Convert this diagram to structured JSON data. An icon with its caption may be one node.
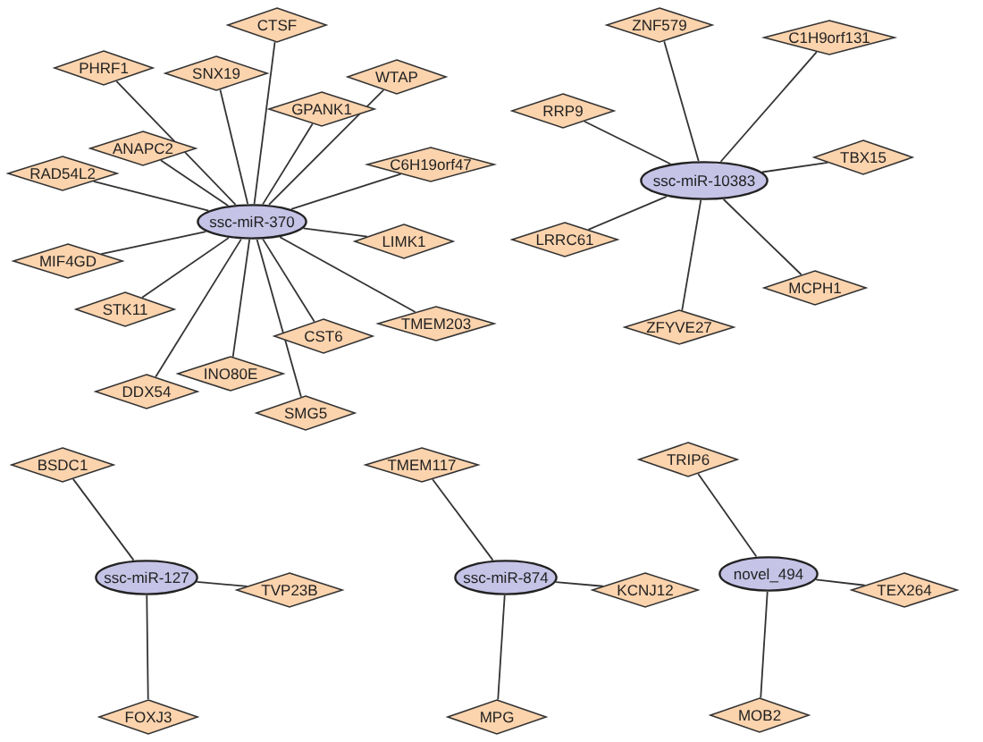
{
  "diagram": {
    "nodes": [
      {
        "text": [
          "ssc-miR-370"
        ]
      },
      {
        "text": [
          "CTSF"
        ]
      },
      {
        "text": [
          "PHRF1"
        ]
      },
      {
        "text": [
          "SNX19"
        ]
      },
      {
        "text": [
          "WTAP"
        ]
      },
      {
        "text": [
          "GPANK1"
        ]
      },
      {
        "text": [
          "ANAPC2"
        ]
      },
      {
        "text": [
          "RAD54L2"
        ]
      },
      {
        "text": [
          "C6H19orf47"
        ]
      },
      {
        "text": [
          "LIMK1"
        ]
      },
      {
        "text": [
          "MIF4GD"
        ]
      },
      {
        "text": [
          "STK11"
        ]
      },
      {
        "text": [
          "TMEM203"
        ]
      },
      {
        "text": [
          "CST6"
        ]
      },
      {
        "text": [
          "INO80E"
        ]
      },
      {
        "text": [
          "DDX54"
        ]
      },
      {
        "text": [
          "SMG5"
        ]
      },
      {
        "text": [
          "ssc-miR-10383"
        ]
      },
      {
        "text": [
          "ZNF579"
        ]
      },
      {
        "text": [
          "C1H9orf131"
        ]
      },
      {
        "text": [
          "RRP9"
        ]
      },
      {
        "text": [
          "TBX15"
        ]
      },
      {
        "text": [
          "LRRC61"
        ]
      },
      {
        "text": [
          "MCPH1"
        ]
      },
      {
        "text": [
          "ZFYVE27"
        ]
      },
      {
        "text": [
          "ssc-miR-127"
        ]
      },
      {
        "text": [
          "BSDC1"
        ]
      },
      {
        "text": [
          "TVP23B"
        ]
      },
      {
        "text": [
          "FOXJ3"
        ]
      },
      {
        "text": [
          "ssc-miR-874"
        ]
      },
      {
        "text": [
          "TMEM117"
        ]
      },
      {
        "text": [
          "KCNJ12"
        ]
      },
      {
        "text": [
          "MPG"
        ]
      },
      {
        "text": [
          "novel_494"
        ]
      },
      {
        "text": [
          "TRIP6"
        ]
      },
      {
        "text": [
          "TEX264"
        ]
      },
      {
        "text": [
          "MOB2"
        ]
      }
    ],
    "edges": [
      {
        "from": 0,
        "to": 1,
        "arrow": "none"
      },
      {
        "from": 0,
        "to": 2,
        "arrow": "none"
      },
      {
        "from": 0,
        "to": 3,
        "arrow": "none"
      },
      {
        "from": 0,
        "to": 4,
        "arrow": "none"
      },
      {
        "from": 0,
        "to": 5,
        "arrow": "none"
      },
      {
        "from": 0,
        "to": 6,
        "arrow": "none"
      },
      {
        "from": 0,
        "to": 7,
        "arrow": "none"
      },
      {
        "from": 0,
        "to": 8,
        "arrow": "none"
      },
      {
        "from": 0,
        "to": 9,
        "arrow": "none"
      },
      {
        "from": 0,
        "to": 10,
        "arrow": "none"
      },
      {
        "from": 0,
        "to": 11,
        "arrow": "none"
      },
      {
        "from": 0,
        "to": 12,
        "arrow": "none"
      },
      {
        "from": 0,
        "to": 13,
        "arrow": "none"
      },
      {
        "from": 0,
        "to": 14,
        "arrow": "none"
      },
      {
        "from": 0,
        "to": 15,
        "arrow": "none"
      },
      {
        "from": 0,
        "to": 16,
        "arrow": "none"
      },
      {
        "from": 17,
        "to": 18,
        "arrow": "none"
      },
      {
        "from": 17,
        "to": 19,
        "arrow": "none"
      },
      {
        "from": 17,
        "to": 20,
        "arrow": "none"
      },
      {
        "from": 17,
        "to": 21,
        "arrow": "none"
      },
      {
        "from": 17,
        "to": 22,
        "arrow": "none"
      },
      {
        "from": 17,
        "to": 23,
        "arrow": "none"
      },
      {
        "from": 17,
        "to": 24,
        "arrow": "none"
      },
      {
        "from": 25,
        "to": 26,
        "arrow": "none"
      },
      {
        "from": 25,
        "to": 27,
        "arrow": "none"
      },
      {
        "from": 25,
        "to": 28,
        "arrow": "none"
      },
      {
        "from": 29,
        "to": 30,
        "arrow": "none"
      },
      {
        "from": 29,
        "to": 31,
        "arrow": "none"
      },
      {
        "from": 29,
        "to": 32,
        "arrow": "none"
      },
      {
        "from": 33,
        "to": 34,
        "arrow": "none"
      },
      {
        "from": 33,
        "to": 35,
        "arrow": "none"
      },
      {
        "from": 33,
        "to": 36,
        "arrow": "none"
      }
    ]
  }
}
